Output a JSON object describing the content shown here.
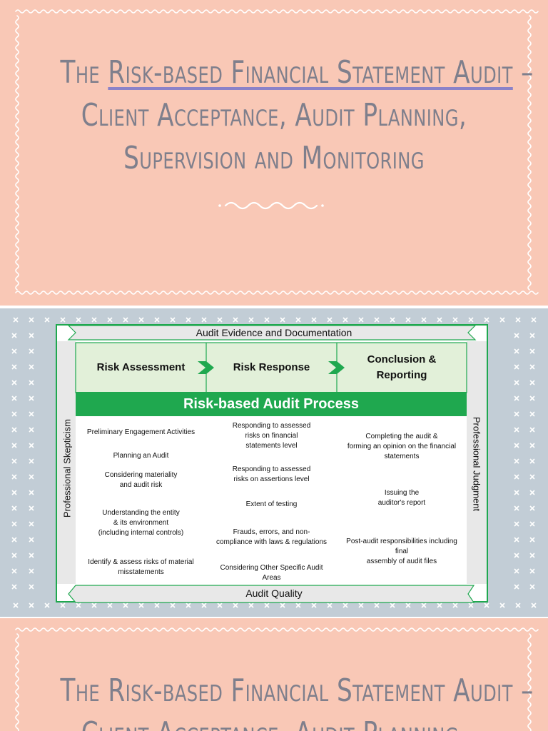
{
  "slide_title": {
    "line1_plain": "The ",
    "line1_highlight": "Risk-based Financial Statement Audit",
    "line1_tail": " –",
    "line2": "Client Acceptance, Audit Planning,",
    "line3": "Supervision and Monitoring"
  },
  "diagram": {
    "top_band": "Audit Evidence and Documentation",
    "bottom_band": "Audit Quality",
    "left_label": "Professional Skepticism",
    "right_label": "Professional Judgment",
    "phases": [
      "Risk Assessment",
      "Risk Response",
      "Conclusion &\nReporting"
    ],
    "process_title": "Risk-based Audit Process",
    "columns": [
      [
        "Preliminary Engagement Activities",
        "Planning an Audit",
        "Considering materiality\nand audit risk",
        "Understanding the entity\n& its environment\n(including internal controls)",
        "Identify & assess risks of material\nmisstatements"
      ],
      [
        "Responding to assessed\nrisks on financial\nstatements level",
        "Responding to assessed\nrisks on assertions level",
        "Extent of testing",
        "Frauds, errors, and non-\ncompliance with laws & regulations",
        "Considering Other Specific Audit\nAreas"
      ],
      [
        "Completing the audit &\nforming an opinion on the financial\nstatements",
        "Issuing the\nauditor's report",
        "Post-audit responsibilities including\nfinal\nassembly of audit files"
      ]
    ],
    "colors": {
      "green": "#1fa84f",
      "phase_fill": "#e2f0d9",
      "band_fill": "#e8e8e8"
    }
  }
}
